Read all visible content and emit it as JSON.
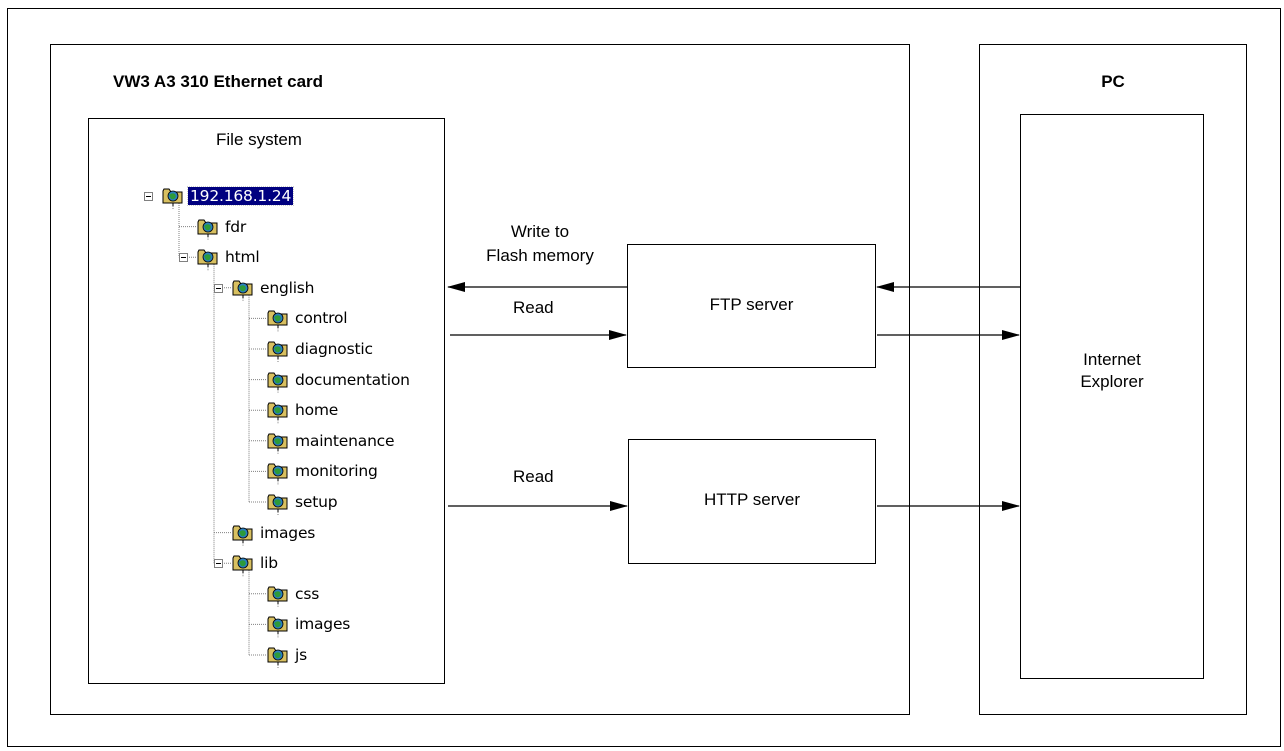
{
  "ethernet_card": {
    "title": "VW3 A3 310 Ethernet card"
  },
  "file_system": {
    "title": "File system",
    "tree": [
      {
        "label": "192.168.1.24",
        "depth": 0,
        "selected": true,
        "toggle": "minus"
      },
      {
        "label": "fdr",
        "depth": 1
      },
      {
        "label": "html",
        "depth": 1,
        "toggle": "minus"
      },
      {
        "label": "english",
        "depth": 2,
        "toggle": "minus"
      },
      {
        "label": "control",
        "depth": 3
      },
      {
        "label": "diagnostic",
        "depth": 3
      },
      {
        "label": "documentation",
        "depth": 3
      },
      {
        "label": "home",
        "depth": 3
      },
      {
        "label": "maintenance",
        "depth": 3
      },
      {
        "label": "monitoring",
        "depth": 3
      },
      {
        "label": "setup",
        "depth": 3
      },
      {
        "label": "images",
        "depth": 2
      },
      {
        "label": "lib",
        "depth": 2,
        "toggle": "minus"
      },
      {
        "label": "css",
        "depth": 3
      },
      {
        "label": "images",
        "depth": 3
      },
      {
        "label": "js",
        "depth": 3
      }
    ]
  },
  "ftp_server": {
    "label": "FTP server"
  },
  "http_server": {
    "label": "HTTP server"
  },
  "pc": {
    "title": "PC"
  },
  "browser": {
    "line1": "Internet",
    "line2": "Explorer"
  },
  "arrows": {
    "write_line1": "Write to",
    "write_line2": "Flash memory",
    "ftp_read": "Read",
    "http_read": "Read"
  },
  "colors": {
    "selection": "#000080",
    "folder": "#d8c060",
    "globe": "#2a7fbf"
  }
}
